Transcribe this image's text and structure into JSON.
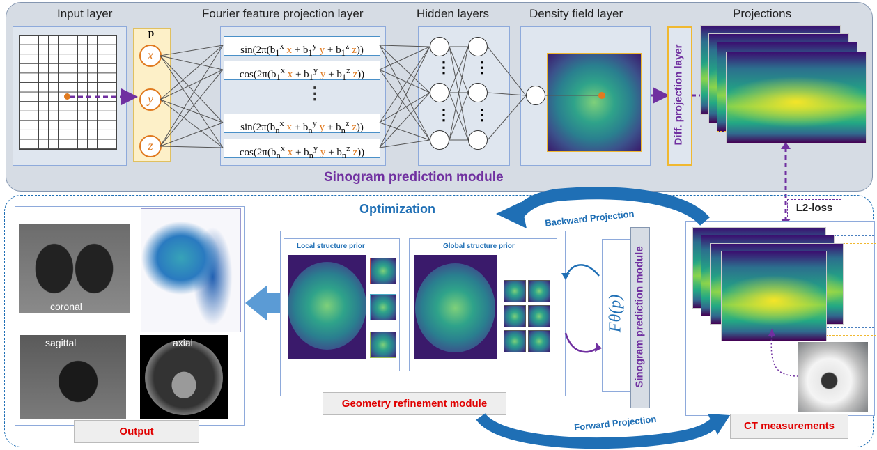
{
  "headers": {
    "input": "Input layer",
    "fourier": "Fourier feature projection layer",
    "hidden": "Hidden layers",
    "density": "Density field layer",
    "projections": "Projections"
  },
  "p_label": "p",
  "p_nodes": [
    "x",
    "y",
    "z"
  ],
  "fourier_rows": [
    "sin",
    "cos",
    "sin",
    "cos"
  ],
  "fourier_ellipsis": "⋮",
  "hidden_dots": "⋮",
  "diff_projection": "Diff. projection layer",
  "sinogram_module": "Sinogram prediction module",
  "optimization": "Optimization",
  "backward_projection": "Backward Projection",
  "forward_projection": "Forward Projection",
  "l2_loss": "L2-loss",
  "output_views": [
    "coronal",
    "sagittal",
    "axial"
  ],
  "output_label": "Output",
  "local_prior": "Local structure prior",
  "global_prior": "Global structure prior",
  "geometry_module": "Geometry refinement module",
  "f_theta": "Fθ(p)",
  "sinogram_module_vertical": "Sinogram prediction module",
  "ct_measurements": "CT measurements",
  "colors": {
    "purple": "#7030a0",
    "blue": "#1f6fb5",
    "orange": "#e07a20",
    "red": "#e00000",
    "panel": "#d6dce4"
  }
}
